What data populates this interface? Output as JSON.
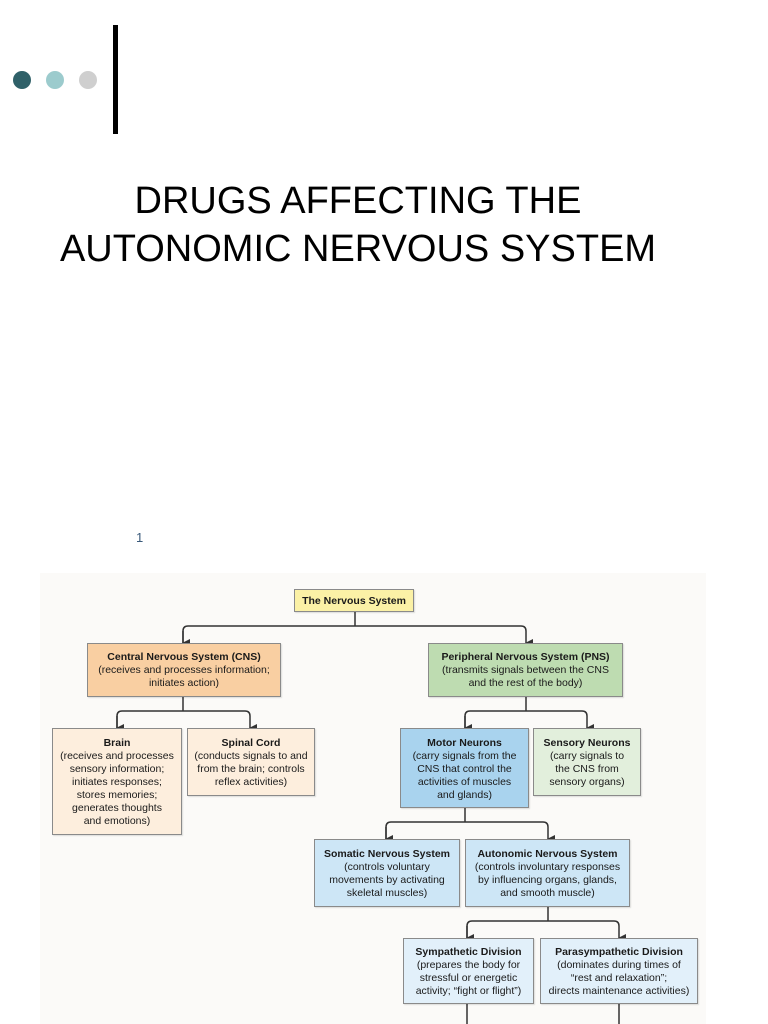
{
  "title": "DRUGS AFFECTING THE AUTONOMIC NERVOUS SYSTEM",
  "slide_number": "1",
  "colors": {
    "dot_dark": "#2f6068",
    "dot_mid": "#9ccbcd",
    "dot_light": "#cfcfcf",
    "root_fill": "#fbf1a6",
    "cns_fill": "#f9cfa2",
    "cns_child_fill": "#fdeedd",
    "pns_fill": "#bedcb1",
    "sensory_fill": "#e2efdc",
    "motor_fill": "#a9d3ee",
    "motor_child_fill": "#cde6f6",
    "division_fill": "#e2f0fa"
  },
  "diagram": {
    "root": {
      "title": "The Nervous System",
      "desc": ""
    },
    "cns": {
      "title": "Central Nervous System (CNS)",
      "desc": "(receives and processes information;\ninitiates action)"
    },
    "pns": {
      "title": "Peripheral Nervous System (PNS)",
      "desc": "(transmits signals between the CNS\nand the rest of the body)"
    },
    "brain": {
      "title": "Brain",
      "desc": "(receives and processes\nsensory information;\ninitiates responses;\nstores memories;\ngenerates thoughts\nand emotions)"
    },
    "spinal_cord": {
      "title": "Spinal Cord",
      "desc": "(conducts signals to and\nfrom the brain; controls\nreflex activities)"
    },
    "motor": {
      "title": "Motor Neurons",
      "desc": "(carry signals from the\nCNS that control the\nactivities of muscles\nand glands)"
    },
    "sensory": {
      "title": "Sensory Neurons",
      "desc": "(carry signals to\nthe CNS from\nsensory organs)"
    },
    "somatic": {
      "title": "Somatic Nervous System",
      "desc": "(controls voluntary\nmovements by activating\nskeletal muscles)"
    },
    "autonomic": {
      "title": "Autonomic Nervous System",
      "desc": "(controls involuntary responses\nby influencing organs, glands,\nand smooth muscle)"
    },
    "sympathetic": {
      "title": "Sympathetic Division",
      "desc": "(prepares the body for\nstressful or energetic\nactivity; “fight or flight”)"
    },
    "parasympathetic": {
      "title": "Parasympathetic Division",
      "desc": "(dominates during times of\n“rest and relaxation”;\ndirects maintenance activities)"
    }
  }
}
